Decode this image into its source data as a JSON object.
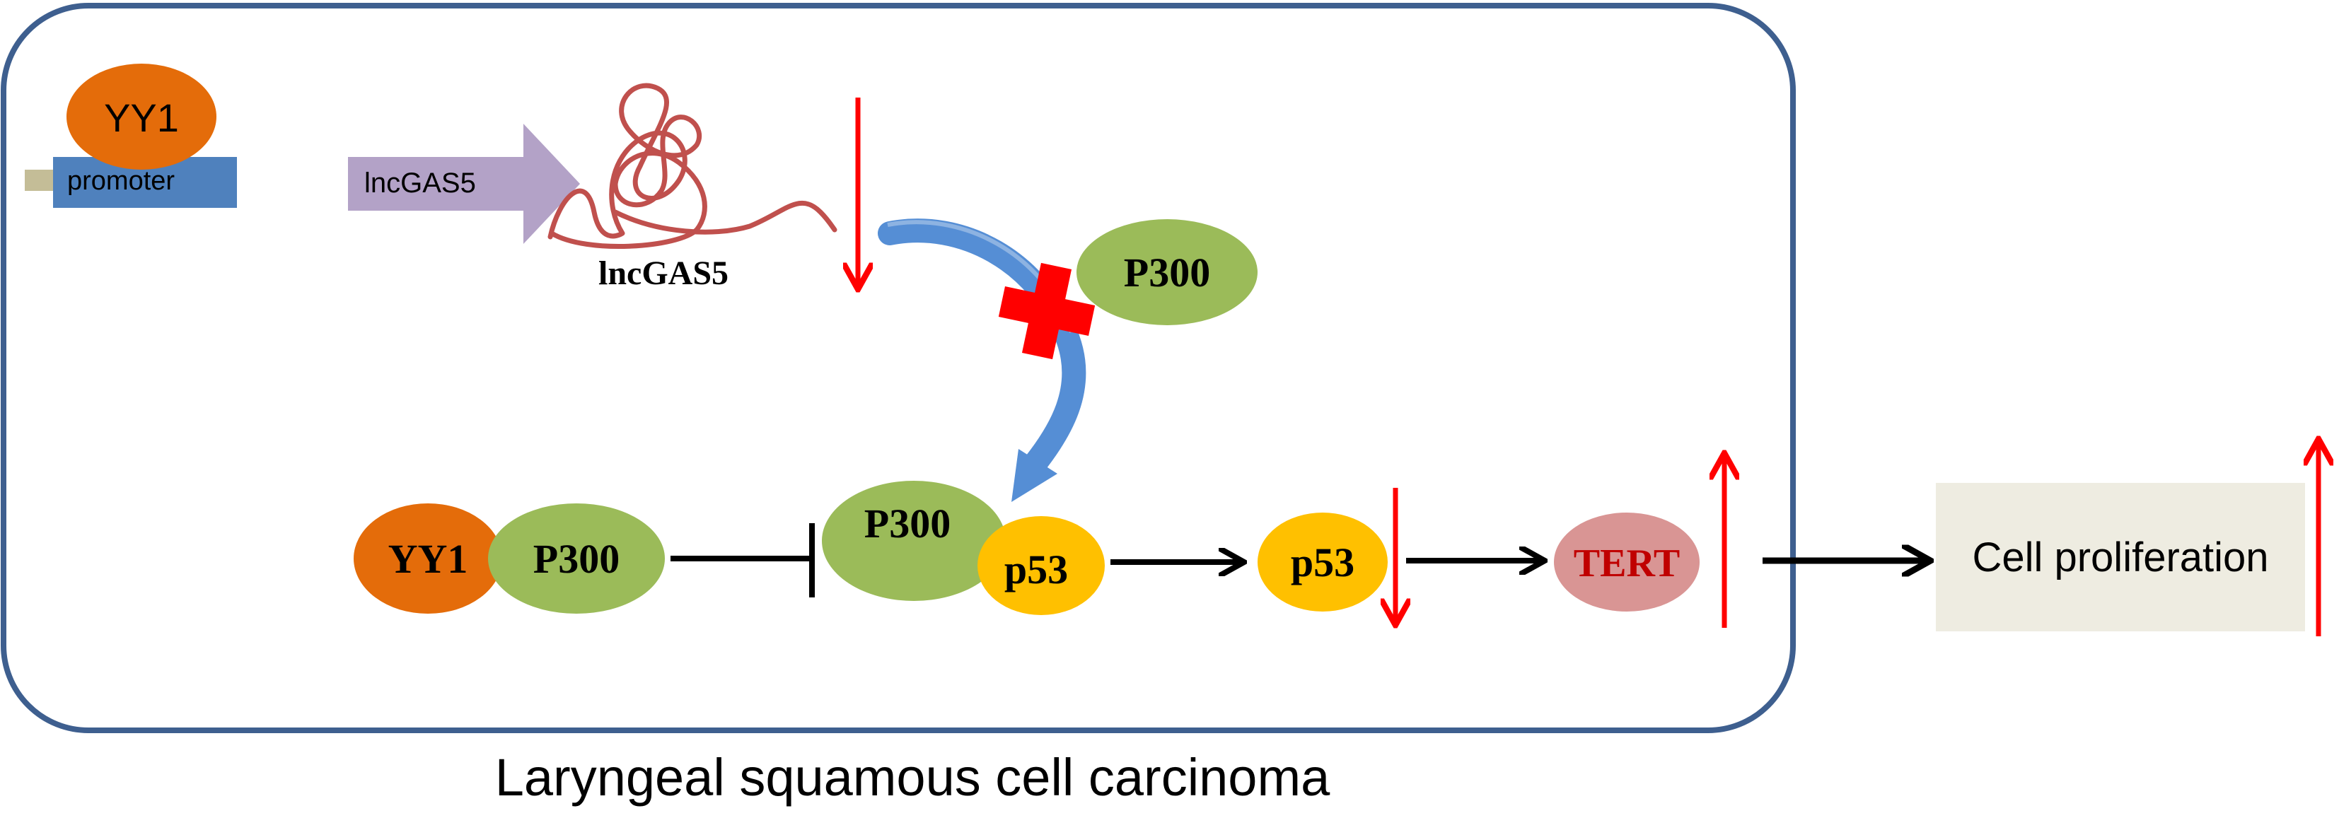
{
  "diagram": {
    "caption": "Laryngeal squamous cell carcinoma",
    "gene": {
      "yy1_label": "YY1",
      "promoter_label": "promoter",
      "lncgas5_arrow_label": "lncGAS5",
      "rna_label": "lncGAS5"
    },
    "p300_free_label": "P300",
    "complex_yy1_p300": {
      "yy1_label": "YY1",
      "p300_label": "P300"
    },
    "complex_p300_p53": {
      "p300_label": "P300",
      "p53_label": "p53"
    },
    "p53_label": "p53",
    "tert_label": "TERT",
    "outcome_label": "Cell proliferation"
  },
  "colors": {
    "frame": "#3e5f8f",
    "yy1": "#e46c0a",
    "p300": "#9bbb59",
    "p53": "#ffc000",
    "promoter": "#4f81bd",
    "lncgas5_arrow": "#b3a2c7",
    "dna_bar": "#c4bd97",
    "rna": "#c0504d",
    "tert_fill": "#d99594",
    "tert_text": "#c00000",
    "red_arrow": "#ff0000",
    "blue_arrow": "#558ed5",
    "outcome_box": "#eeece1"
  }
}
